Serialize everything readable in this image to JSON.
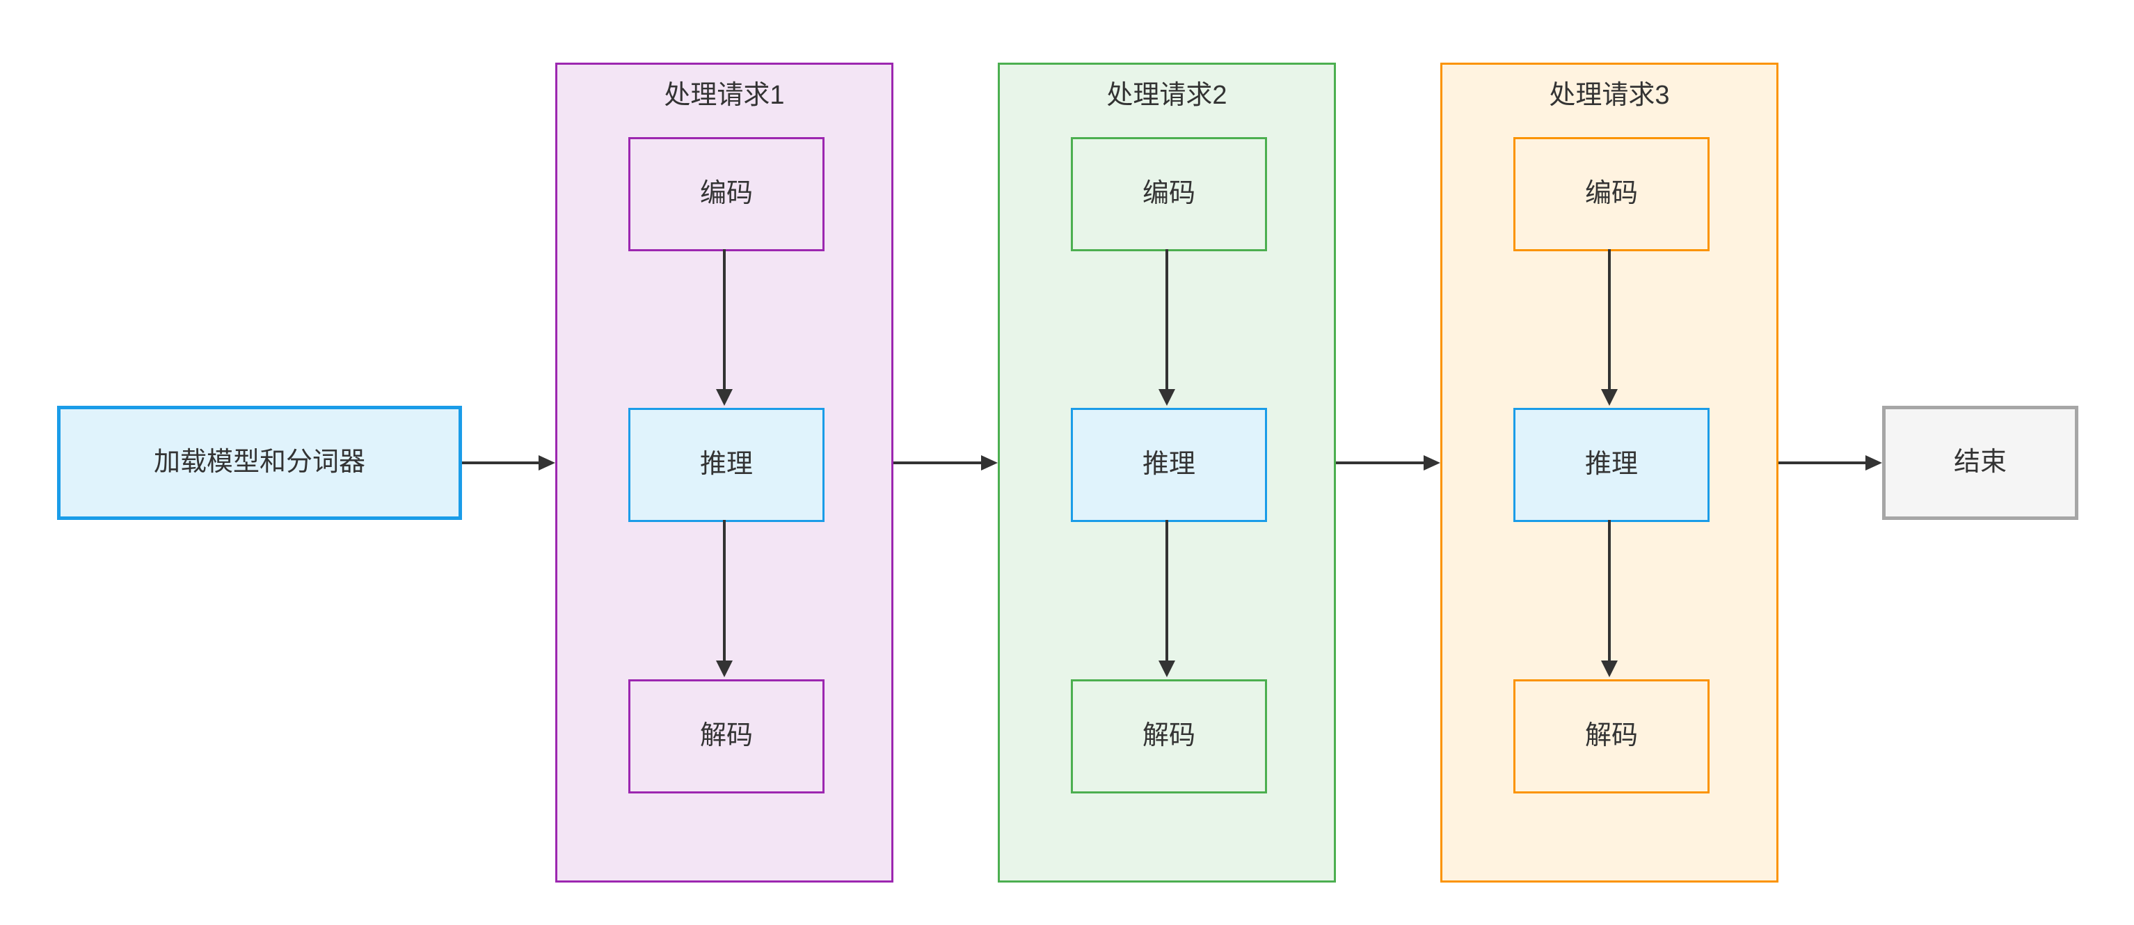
{
  "diagram": {
    "background": "#ffffff",
    "text_color": "#333333",
    "arrow_color": "#333333"
  },
  "start_node": {
    "label": "加载模型和分词器",
    "border_color": "#1A9CE8",
    "fill_color": "#E0F3FC"
  },
  "end_node": {
    "label": "结束",
    "border_color": "#A6A6A6",
    "fill_color": "#F5F5F5"
  },
  "groups": [
    {
      "title": "处理请求1",
      "border_color": "#9C27B0",
      "fill_color": "#F3E5F5",
      "nodes": [
        {
          "label": "编码",
          "border_color": "#9C27B0",
          "fill_color": "#F3E5F5"
        },
        {
          "label": "推理",
          "border_color": "#1A9CE8",
          "fill_color": "#E0F3FC"
        },
        {
          "label": "解码",
          "border_color": "#9C27B0",
          "fill_color": "#F3E5F5"
        }
      ]
    },
    {
      "title": "处理请求2",
      "border_color": "#4CAF50",
      "fill_color": "#E8F5E9",
      "nodes": [
        {
          "label": "编码",
          "border_color": "#4CAF50",
          "fill_color": "#E8F5E9"
        },
        {
          "label": "推理",
          "border_color": "#1A9CE8",
          "fill_color": "#E0F3FC"
        },
        {
          "label": "解码",
          "border_color": "#4CAF50",
          "fill_color": "#E8F5E9"
        }
      ]
    },
    {
      "title": "处理请求3",
      "border_color": "#FB9300",
      "fill_color": "#FFF3E0",
      "nodes": [
        {
          "label": "编码",
          "border_color": "#FB9300",
          "fill_color": "#FFF3E0"
        },
        {
          "label": "推理",
          "border_color": "#1A9CE8",
          "fill_color": "#E0F3FC"
        },
        {
          "label": "解码",
          "border_color": "#FB9300",
          "fill_color": "#FFF3E0"
        }
      ]
    }
  ],
  "flow": [
    "加载模型和分词器 → 处理请求1",
    "处理请求1 → 处理请求2",
    "处理请求2 → 处理请求3",
    "处理请求3 → 结束",
    "编码 → 推理 → 解码"
  ]
}
